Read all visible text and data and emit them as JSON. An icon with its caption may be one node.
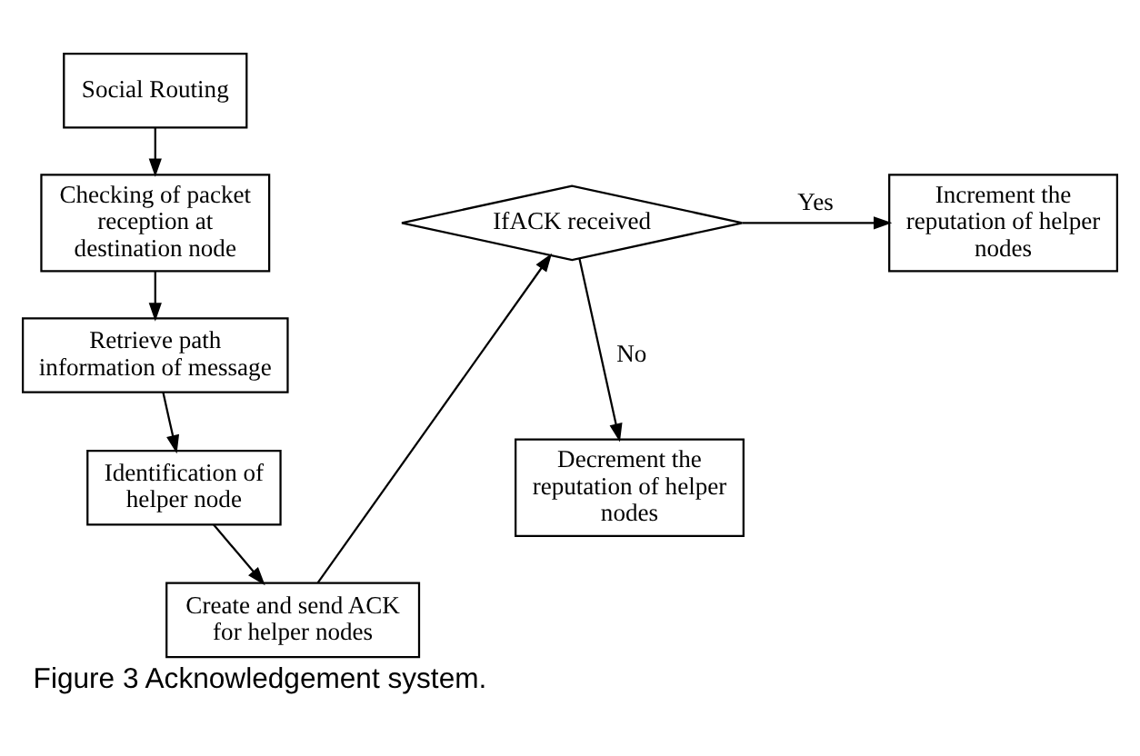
{
  "diagram": {
    "caption": "Figure 3 Acknowledgement system.",
    "nodes": [
      {
        "text": [
          "Social Routing"
        ]
      },
      {
        "text": [
          "Checking of packet reception at destination node"
        ]
      },
      {
        "text": [
          "Retrieve path information of message"
        ]
      },
      {
        "text": [
          "Identification of helper node"
        ]
      },
      {
        "text": [
          "Create and send ACK for helper nodes"
        ]
      },
      {
        "text": [
          "IfACK received"
        ]
      },
      {
        "text": [
          "Increment the reputation of helper nodes"
        ]
      },
      {
        "text": [
          "Decrement the reputation of helper nodes"
        ]
      }
    ],
    "edges": [
      {
        "from": 0,
        "to": 1,
        "arrow": "to"
      },
      {
        "from": 1,
        "to": 2,
        "arrow": "to"
      },
      {
        "from": 2,
        "to": 3,
        "arrow": "to"
      },
      {
        "from": 3,
        "to": 4,
        "arrow": "to"
      },
      {
        "from": 4,
        "to": 5,
        "arrow": "to"
      },
      {
        "from": 5,
        "to": 6,
        "label": "Yes",
        "arrow": "to"
      },
      {
        "from": 5,
        "to": 7,
        "label": "No",
        "arrow": "to"
      }
    ]
  }
}
